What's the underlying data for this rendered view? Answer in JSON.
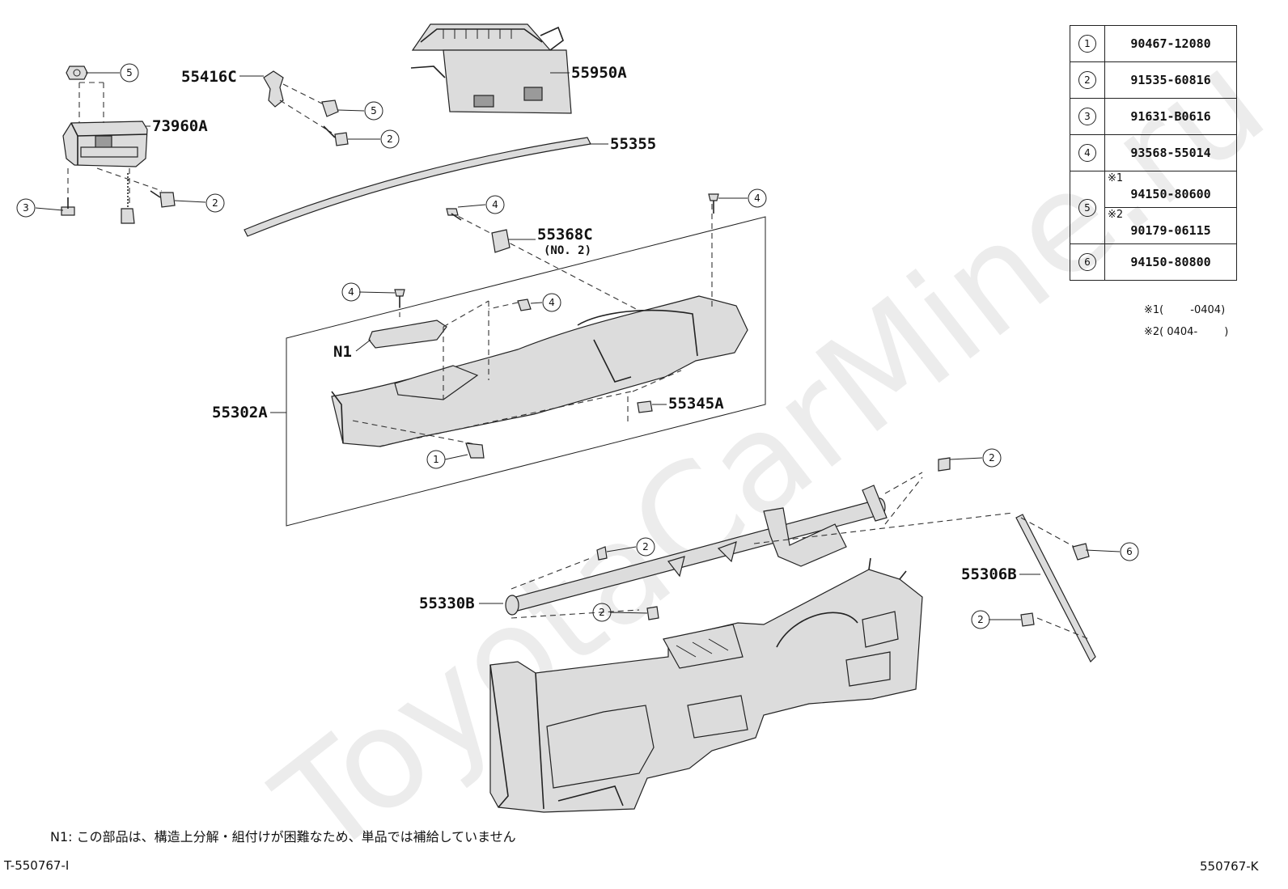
{
  "watermark": "ToyotaCarMine.ru",
  "labels": {
    "p73960a": "73960A",
    "p55416c": "55416C",
    "p55950a": "55950A",
    "p55355": "55355",
    "p55368c": "55368C",
    "p55368c_sub": "(NO. 2)",
    "n1": "N1",
    "p55345a": "55345A",
    "p55302a": "55302A",
    "p55306b": "55306B",
    "p55330b": "55330B"
  },
  "callouts": {
    "one": "1",
    "two": "2",
    "three": "3",
    "four": "4",
    "five": "5",
    "six": "6"
  },
  "parts_table": [
    {
      "ref": "1",
      "part_no": "90467-12080"
    },
    {
      "ref": "2",
      "part_no": "91535-60816"
    },
    {
      "ref": "3",
      "part_no": "91631-B0616"
    },
    {
      "ref": "4",
      "part_no": "93568-55014"
    },
    {
      "ref": "5",
      "note1": "※1",
      "part_no_1": "94150-80600",
      "note2": "※2",
      "part_no_2": "90179-06115"
    },
    {
      "ref": "6",
      "part_no": "94150-80800"
    }
  ],
  "notes": {
    "note1": "※1(        -0404)",
    "note2": "※2( 0404-        )"
  },
  "footnote": "N1: この部品は、構造上分解・組付けが困難なため、単品では補給していません",
  "code_left": "T-550767-I",
  "code_right": "550767-K"
}
